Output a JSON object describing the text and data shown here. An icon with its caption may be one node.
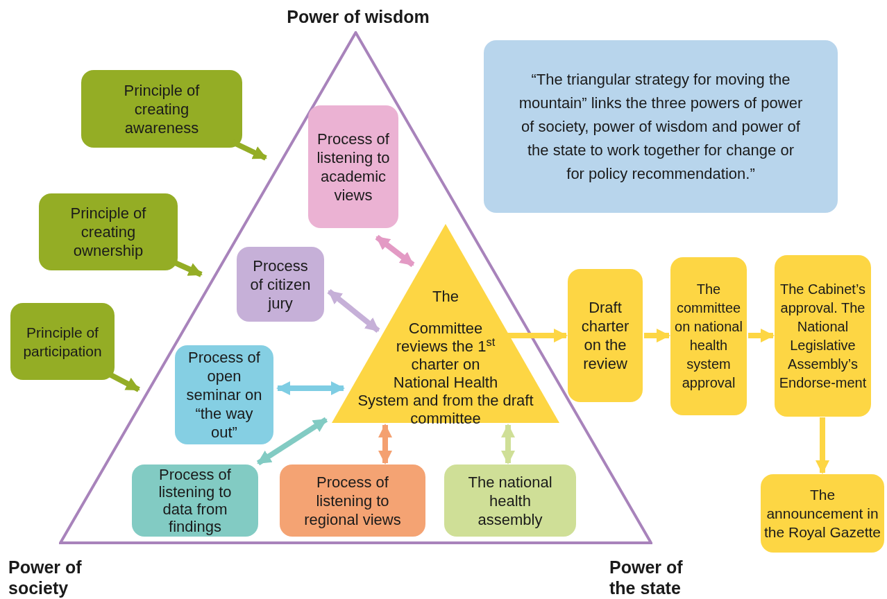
{
  "diagram": {
    "nodes": [
      {
        "text": [],
        "shape": "triangle"
      },
      {
        "text": [
          "Principle of creating awareness"
        ]
      },
      {
        "text": [
          "Principle of creating ownership"
        ]
      },
      {
        "text": [
          "Principle of participation"
        ]
      },
      {
        "text": [
          "Process of listening to academic views"
        ],
        "in": 0
      },
      {
        "text": [
          "Process of citizen jury"
        ],
        "in": 0
      },
      {
        "text": [
          "Process of open seminar on “the way out”"
        ],
        "in": 0
      },
      {
        "text": [
          "The Committee reviews the 1$^{st}$ charter on National Health System and from the draft committee"
        ],
        "in": 0
      },
      {
        "text": [
          "Process of listening to data from findings"
        ],
        "in": 0
      },
      {
        "text": [
          "Process of listening to regional views"
        ],
        "in": 0
      },
      {
        "text": [
          "The national health assembly"
        ],
        "in": 0
      },
      {
        "text": [
          "“The triangular strategy for moving the mountain” links the three powers of power of society, power of wisdom and power of the state to work together for change or for policy recommendation.”"
        ]
      },
      {
        "text": [
          "Draft charter on the review"
        ]
      },
      {
        "text": [
          "The committee on national health system approval"
        ]
      },
      {
        "text": [
          "The Cabinet’s approval. The National Legislative Assembly’s Endorse-ment"
        ]
      },
      {
        "text": [
          "The announcement in the Royal Gazette"
        ]
      }
    ],
    "edges": [
      {
        "from": 1,
        "to": 0,
        "arrow": "to",
        "color": "#94ad25"
      },
      {
        "from": 2,
        "to": 0,
        "arrow": "to",
        "color": "#94ad25"
      },
      {
        "from": 3,
        "to": 0,
        "arrow": "to",
        "color": "#94ad25"
      },
      {
        "from": 4,
        "to": 7,
        "arrow": "both",
        "color": "#e39ac4"
      },
      {
        "from": 5,
        "to": 7,
        "arrow": "both",
        "color": "#c6b0d8"
      },
      {
        "from": 6,
        "to": 7,
        "arrow": "both",
        "color": "#7ecde3"
      },
      {
        "from": 8,
        "to": 7,
        "arrow": "both",
        "color": "#82cbc3"
      },
      {
        "from": 9,
        "to": 7,
        "arrow": "both",
        "color": "#f4a070"
      },
      {
        "from": 10,
        "to": 7,
        "arrow": "both",
        "color": "#cfdf97"
      },
      {
        "from": 7,
        "to": 12,
        "arrow": "to",
        "color": "#fdd644"
      },
      {
        "from": 12,
        "to": 13,
        "arrow": "to",
        "color": "#fdd644"
      },
      {
        "from": 13,
        "to": 14,
        "arrow": "to",
        "color": "#fdd644"
      },
      {
        "from": 14,
        "to": 15,
        "arrow": "to",
        "color": "#fdd644"
      }
    ],
    "labels": [
      "Power of wisdom",
      "Power of society",
      "Power of the state"
    ]
  }
}
